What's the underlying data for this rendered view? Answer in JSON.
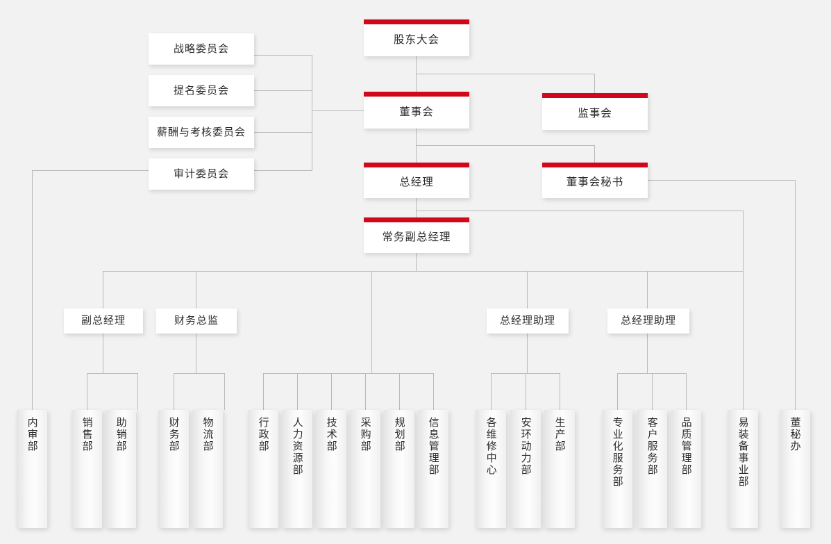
{
  "theme": {
    "background": "#f2f2f2",
    "accent_red": "#d1071b",
    "line_color": "#b9b9b9",
    "text_color": "#2b2b2b",
    "box_background": "#ffffff"
  },
  "executive_nodes": [
    {
      "id": "shareholders",
      "label": "股东大会"
    },
    {
      "id": "board",
      "label": "董事会"
    },
    {
      "id": "supervisory",
      "label": "监事会"
    },
    {
      "id": "general-manager",
      "label": "总经理"
    },
    {
      "id": "board-secretary",
      "label": "董事会秘书"
    },
    {
      "id": "exec-deputy-gm",
      "label": "常务副总经理"
    }
  ],
  "committees": [
    {
      "id": "strategy-committee",
      "label": "战略委员会"
    },
    {
      "id": "nomination-committee",
      "label": "提名委员会"
    },
    {
      "id": "remuneration-committee",
      "label": "薪酬与考核委员会"
    },
    {
      "id": "audit-committee",
      "label": "审计委员会"
    }
  ],
  "managers": [
    {
      "id": "deputy-gm",
      "label": "副总经理"
    },
    {
      "id": "cfo",
      "label": "财务总监"
    },
    {
      "id": "gm-assistant-1",
      "label": "总经理助理"
    },
    {
      "id": "gm-assistant-2",
      "label": "总经理助理"
    }
  ],
  "departments": [
    {
      "id": "internal-audit",
      "label": "内审部"
    },
    {
      "id": "sales",
      "label": "销售部"
    },
    {
      "id": "sales-support",
      "label": "助销部"
    },
    {
      "id": "finance",
      "label": "财务部"
    },
    {
      "id": "logistics",
      "label": "物流部"
    },
    {
      "id": "administration",
      "label": "行政部"
    },
    {
      "id": "human-resources",
      "label": "人力资源部"
    },
    {
      "id": "technology",
      "label": "技术部"
    },
    {
      "id": "procurement",
      "label": "采购部"
    },
    {
      "id": "planning",
      "label": "规划部"
    },
    {
      "id": "information-mgmt",
      "label": "信息管理部"
    },
    {
      "id": "maintenance-centers",
      "label": "各维修中心"
    },
    {
      "id": "safety-power",
      "label": "安环动力部"
    },
    {
      "id": "production",
      "label": "生产部"
    },
    {
      "id": "professional-service",
      "label": "专业化服务部"
    },
    {
      "id": "customer-service",
      "label": "客户服务部"
    },
    {
      "id": "quality-mgmt",
      "label": "品质管理部"
    },
    {
      "id": "ezhuang-division",
      "label": "易装备事业部"
    },
    {
      "id": "secretary-office",
      "label": "董秘办"
    }
  ]
}
